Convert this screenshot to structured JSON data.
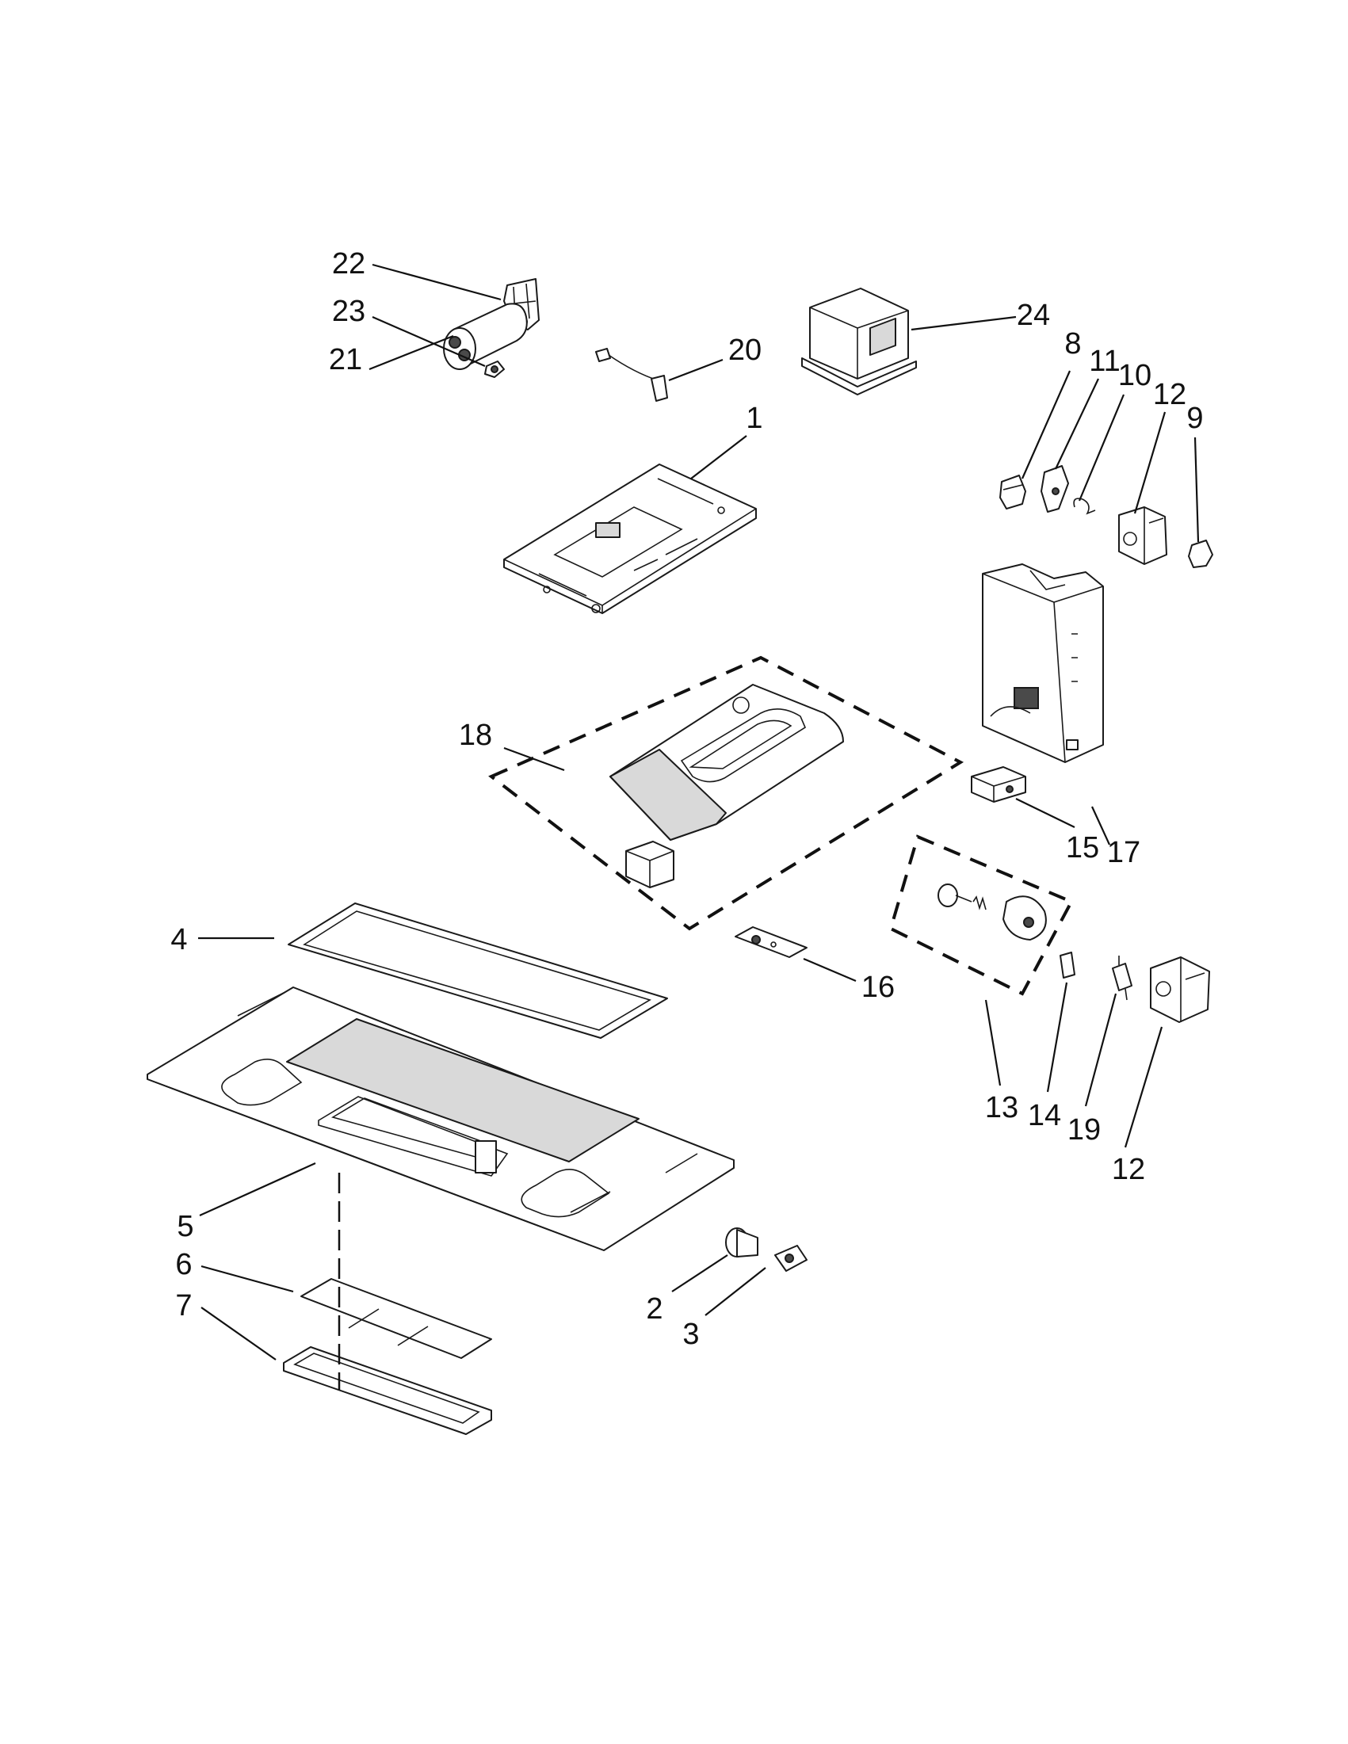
{
  "diagram": {
    "callouts": [
      {
        "id": "c22",
        "label": "22",
        "part": "relay-bracket"
      },
      {
        "id": "c23",
        "label": "23",
        "part": "clip"
      },
      {
        "id": "c21",
        "label": "21",
        "part": "capacitor"
      },
      {
        "id": "c20",
        "label": "20",
        "part": "diode"
      },
      {
        "id": "c24",
        "label": "24",
        "part": "transformer"
      },
      {
        "id": "c8",
        "label": "8",
        "part": "switch"
      },
      {
        "id": "c11",
        "label": "11",
        "part": "actuator"
      },
      {
        "id": "c10",
        "label": "10",
        "part": "spring"
      },
      {
        "id": "c12a",
        "label": "12",
        "part": "switch-holder"
      },
      {
        "id": "c9",
        "label": "9",
        "part": "switch"
      },
      {
        "id": "c1",
        "label": "1",
        "part": "base-plate"
      },
      {
        "id": "c18",
        "label": "18",
        "part": "duct-assembly"
      },
      {
        "id": "c17",
        "label": "17",
        "part": "air-guide"
      },
      {
        "id": "c15",
        "label": "15",
        "part": "thermal-cutout"
      },
      {
        "id": "c4",
        "label": "4",
        "part": "filter-gasket"
      },
      {
        "id": "c16",
        "label": "16",
        "part": "bracket"
      },
      {
        "id": "c13",
        "label": "13",
        "part": "latch-assembly"
      },
      {
        "id": "c14",
        "label": "14",
        "part": "fuse"
      },
      {
        "id": "c19",
        "label": "19",
        "part": "sensor"
      },
      {
        "id": "c12b",
        "label": "12",
        "part": "switch-holder"
      },
      {
        "id": "c5",
        "label": "5",
        "part": "bottom-plate"
      },
      {
        "id": "c6",
        "label": "6",
        "part": "lens"
      },
      {
        "id": "c7",
        "label": "7",
        "part": "light-cover"
      },
      {
        "id": "c2",
        "label": "2",
        "part": "lamp"
      },
      {
        "id": "c3",
        "label": "3",
        "part": "lamp-socket"
      }
    ]
  }
}
